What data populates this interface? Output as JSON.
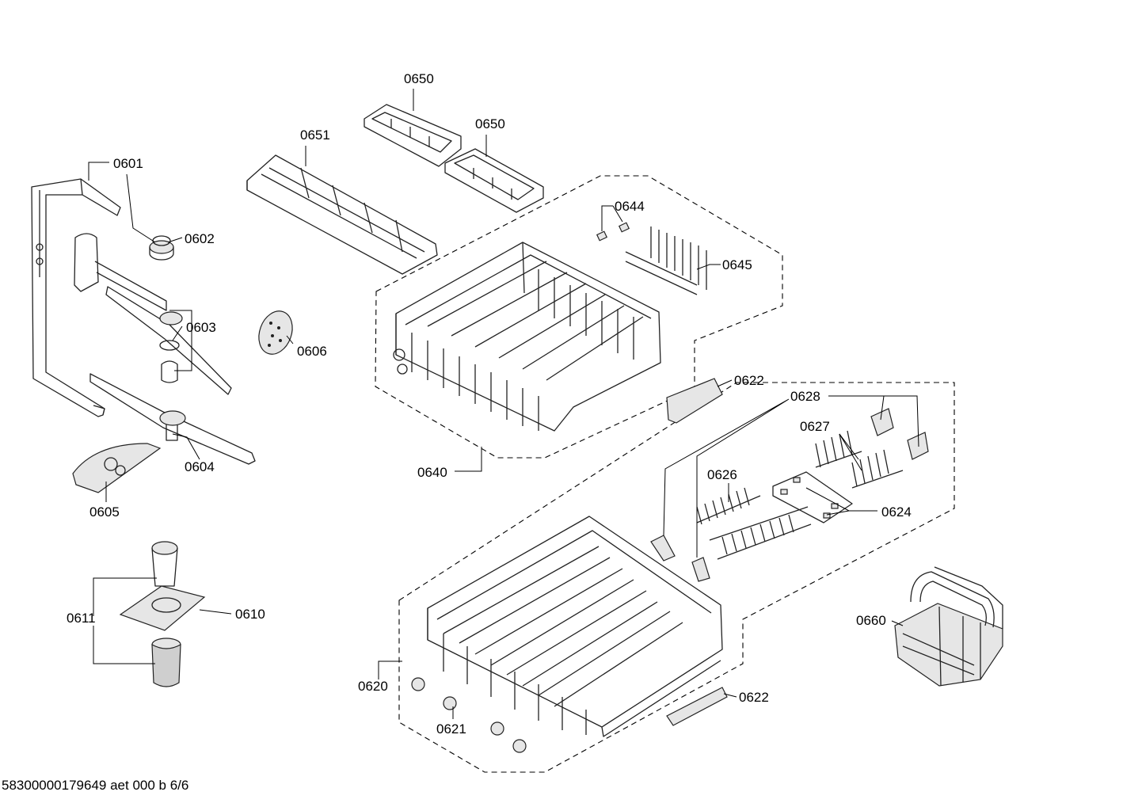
{
  "labels": {
    "p0601": "0601",
    "p0602": "0602",
    "p0603": "0603",
    "p0604": "0604",
    "p0605": "0605",
    "p0606": "0606",
    "p0610": "0610",
    "p0611": "0611",
    "p0620": "0620",
    "p0621": "0621",
    "p0622a": "0622",
    "p0622b": "0622",
    "p0624": "0624",
    "p0626": "0626",
    "p0627": "0627",
    "p0628": "0628",
    "p0640": "0640",
    "p0644": "0644",
    "p0645": "0645",
    "p0650a": "0650",
    "p0650b": "0650",
    "p0651": "0651",
    "p0660": "0660"
  },
  "footer": "58300000179649 aet 000 b 6/6"
}
